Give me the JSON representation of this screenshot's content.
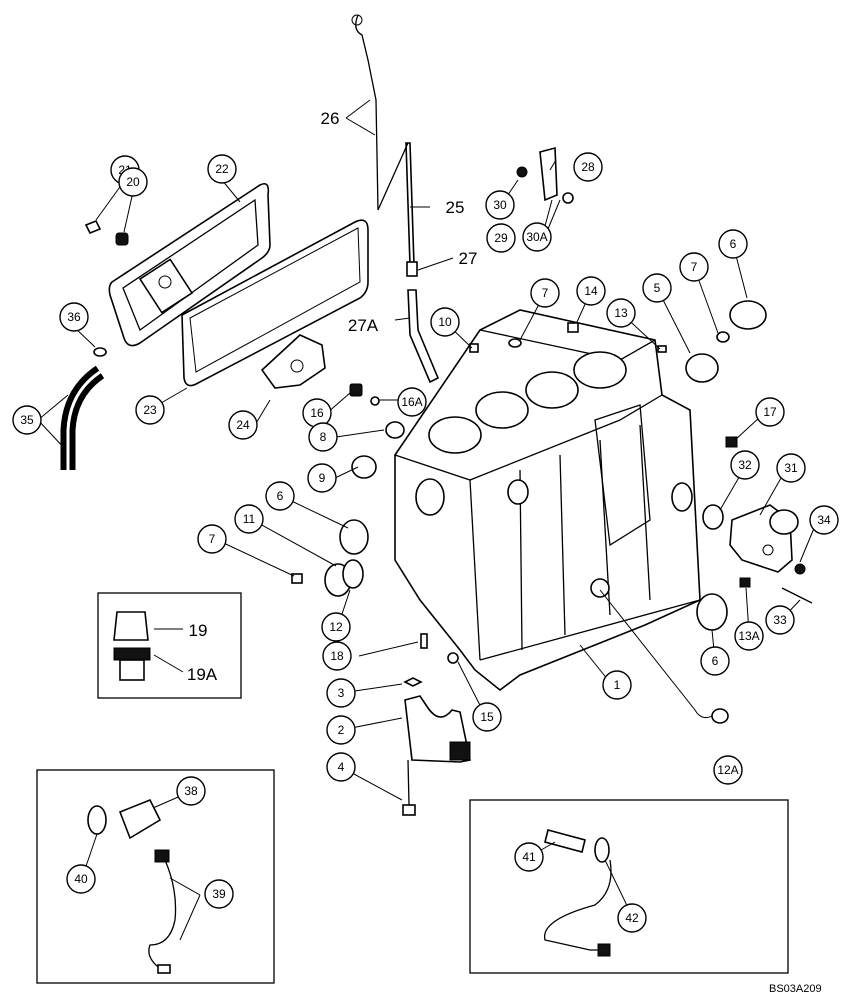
{
  "diagram": {
    "drawing_code": "BS03A209",
    "callouts": {
      "c1": "1",
      "c2": "2",
      "c3": "3",
      "c4": "4",
      "c5": "5",
      "c6a": "6",
      "c6b": "6",
      "c6c": "6",
      "c7a": "7",
      "c7b": "7",
      "c7c": "7",
      "c8": "8",
      "c9": "9",
      "c10": "10",
      "c11": "11",
      "c12": "12",
      "c12a": "12A",
      "c13": "13",
      "c13a": "13A",
      "c14": "14",
      "c15": "15",
      "c16": "16",
      "c16a": "16A",
      "c17": "17",
      "c18": "18",
      "c20": "20",
      "c21": "21",
      "c22": "22",
      "c23": "23",
      "c24": "24",
      "c28": "28",
      "c29": "29",
      "c30": "30",
      "c30a": "30A",
      "c31": "31",
      "c32": "32",
      "c33": "33",
      "c34": "34",
      "c35": "35",
      "c36": "36",
      "c38": "38",
      "c39": "39",
      "c40": "40",
      "c41": "41",
      "c42": "42"
    },
    "labels": {
      "l25": "25",
      "l26": "26",
      "l27": "27",
      "l27a": "27A",
      "l19": "19",
      "l19a": "19A"
    }
  }
}
